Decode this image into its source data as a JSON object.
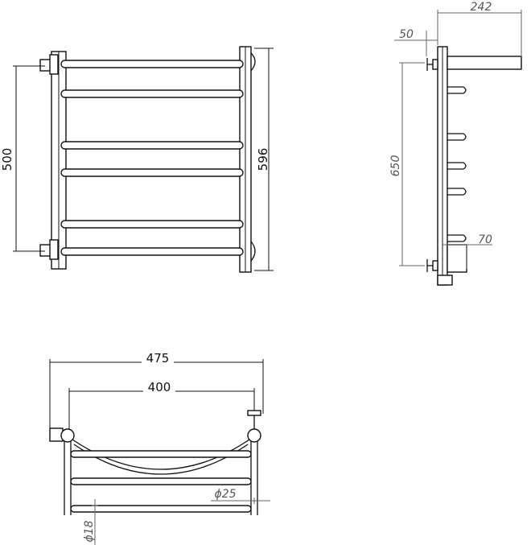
{
  "front_view": {
    "dim_height_inner": "500",
    "dim_height_total": "596"
  },
  "side_view": {
    "dim_depth": "242",
    "dim_offset": "50",
    "dim_height": "650",
    "dim_bottom": "70"
  },
  "top_view": {
    "dim_width_total": "475",
    "dim_width_axis": "400",
    "dim_pipe_large": "ϕ25",
    "dim_pipe_small": "ϕ18"
  }
}
